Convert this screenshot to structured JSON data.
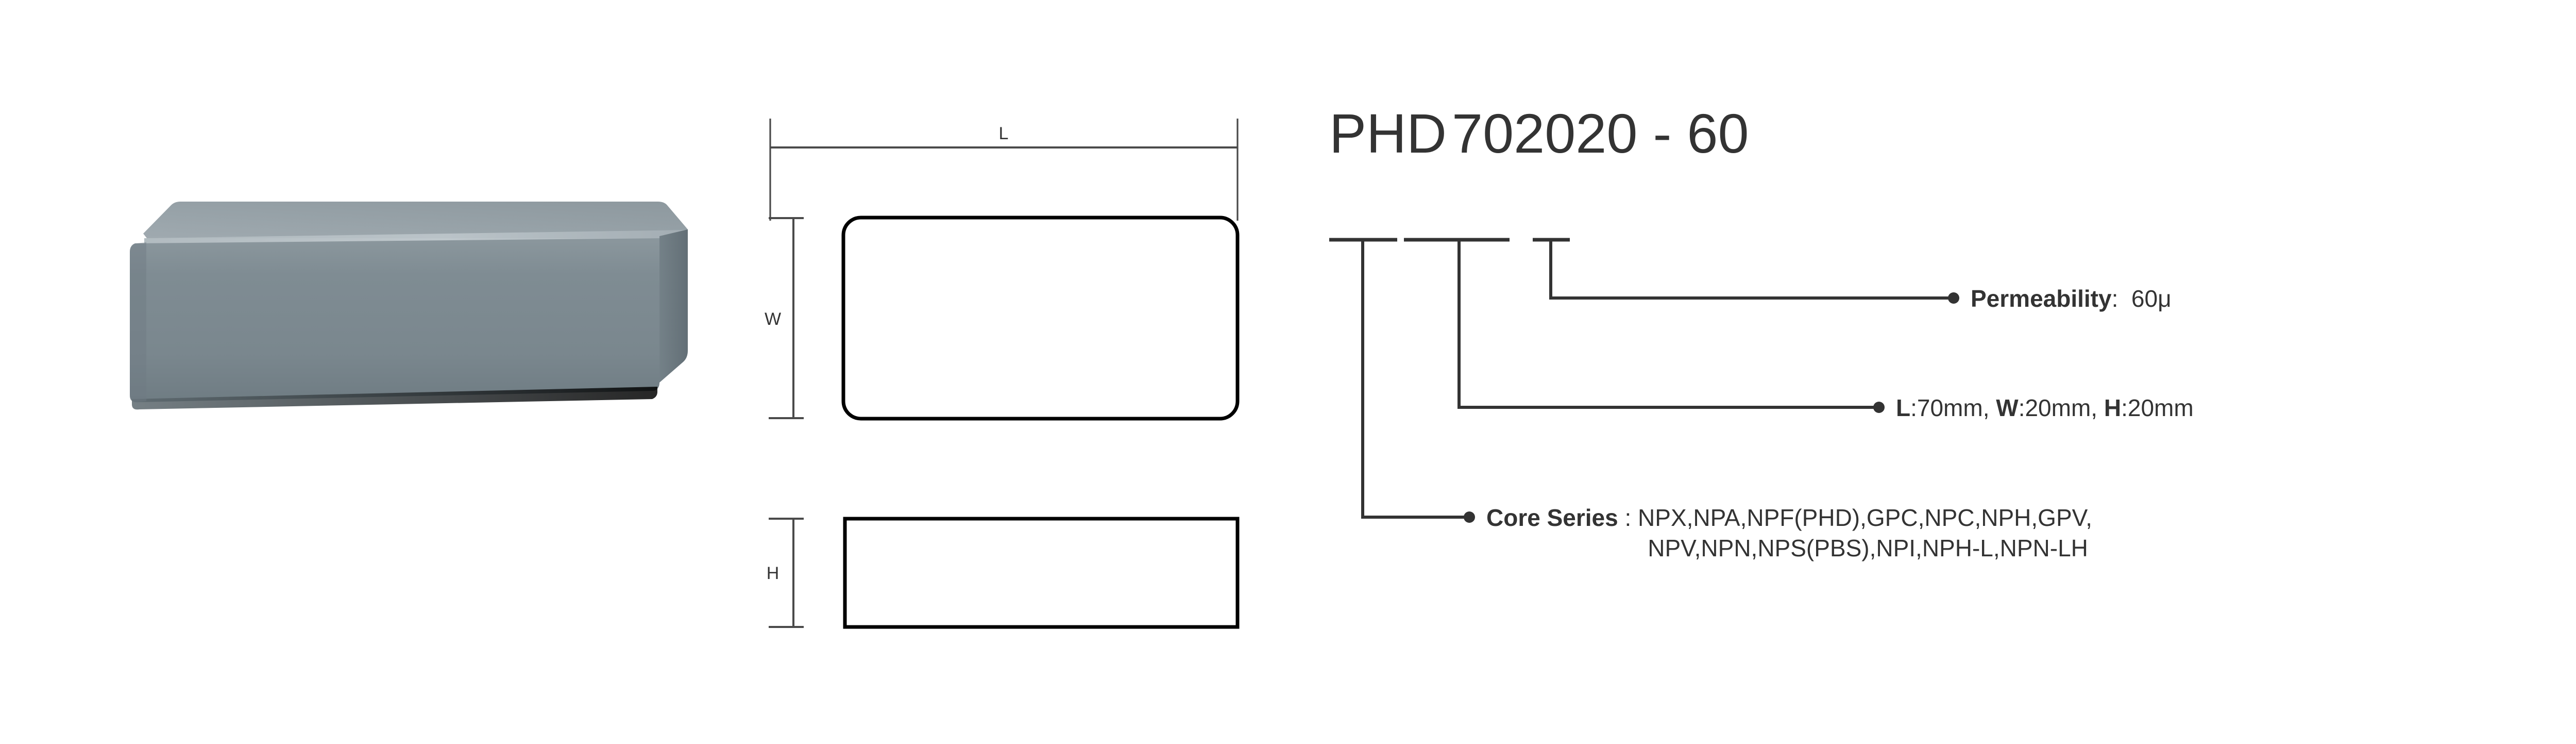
{
  "product": {
    "part_number_full": "PHD 702020 - 60",
    "segments": {
      "series_code": "PHD",
      "size_code": "702020",
      "separator": "-",
      "permeability_code": "60"
    }
  },
  "drawing": {
    "views": {
      "top": {
        "name": "top-view",
        "dimension_length_label": "L",
        "dimension_width_label": "W"
      },
      "side": {
        "name": "side-view",
        "dimension_height_label": "H"
      },
      "isometric": {
        "name": "isometric-view"
      }
    },
    "dimension_labels": {
      "length": "L",
      "width": "W",
      "height": "H"
    }
  },
  "callouts": {
    "permeability": {
      "title": "Permeability",
      "colon": ":",
      "value": "60μ"
    },
    "dimensions": {
      "l_label": "L",
      "l_value": "70mm,",
      "w_label": "W",
      "w_value": "20mm,",
      "h_label": "H",
      "h_value": "20mm",
      "colon": ":"
    },
    "core_series": {
      "title": "Core Series",
      "colon": ":",
      "line1": "NPX,NPA,NPF(PHD),GPC,NPC,NPH,GPV,",
      "line2": "NPV,NPN,NPS(PBS),NPI,NPH-L,NPN-LH"
    }
  },
  "colors": {
    "text": "#333333",
    "line": "#333333",
    "outline": "#000000",
    "dim_line": "#4a4a4a",
    "block_front": "#7d8a91",
    "block_top": "#9aa5ab",
    "block_side": "#6b777e",
    "block_highlight": "#b7c0c5",
    "background": "#ffffff"
  }
}
